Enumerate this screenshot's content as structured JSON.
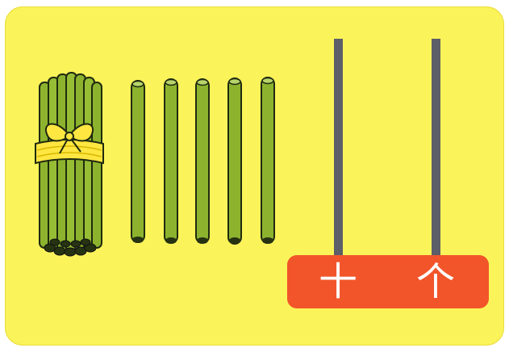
{
  "abacus": {
    "rods": [
      {
        "label": "十"
      },
      {
        "label": "个"
      }
    ]
  },
  "counting": {
    "bundles": 1,
    "loose_sticks": 5
  },
  "colors": {
    "background": "#fbf35a",
    "stick": "#8db32e",
    "ribbon": "#ffe640",
    "rod": "#5c5f68",
    "base": "#f2552a"
  }
}
